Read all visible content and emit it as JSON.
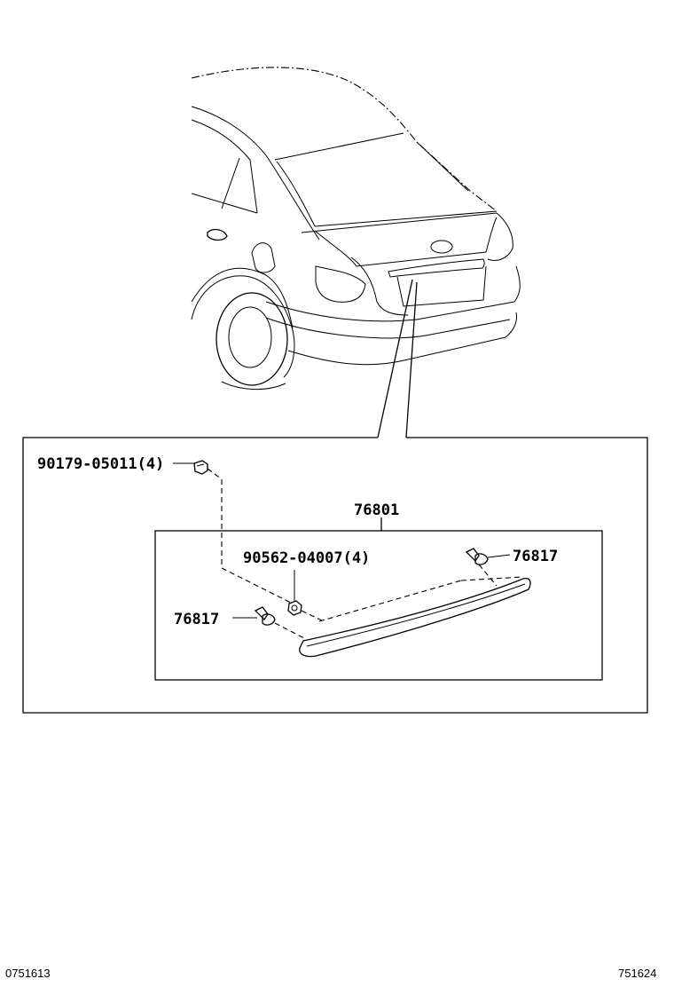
{
  "callouts": {
    "bolt": "90179-05011(4)",
    "nut": "90562-04007(4)",
    "garnish": "76801",
    "clip_right": "76817",
    "clip_left": "76817"
  },
  "footer": {
    "left_code": "0751613",
    "right_code": "751624"
  }
}
